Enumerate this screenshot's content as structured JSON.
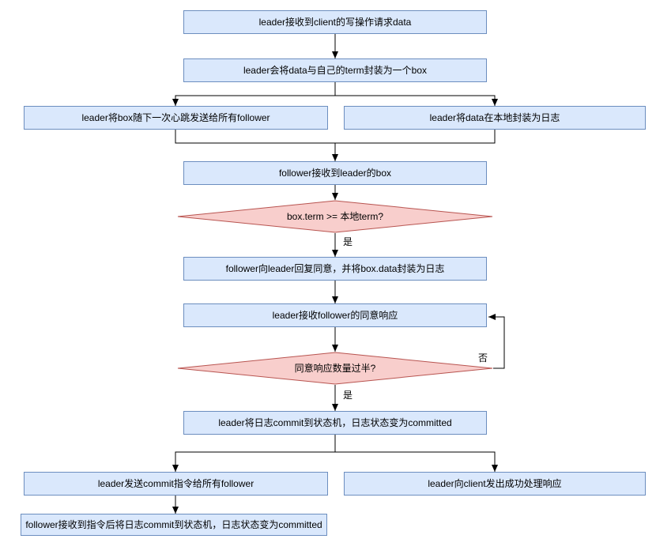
{
  "diagram": {
    "type": "flowchart",
    "colors": {
      "process_fill": "#dae8fc",
      "process_border": "#6c8ebf",
      "decision_fill": "#f8cecc",
      "decision_border": "#b85450",
      "connector": "#000000",
      "background": "#ffffff"
    },
    "nodes": [
      {
        "id": "n0",
        "type": "process",
        "label": "leader接收到client的写操作请求data"
      },
      {
        "id": "n1",
        "type": "process",
        "label": "leader会将data与自己的term封装为一个box"
      },
      {
        "id": "n2",
        "type": "process",
        "label": "leader将box随下一次心跳发送给所有follower"
      },
      {
        "id": "n3",
        "type": "process",
        "label": "leader将data在本地封装为日志"
      },
      {
        "id": "n4",
        "type": "process",
        "label": "follower接收到leader的box"
      },
      {
        "id": "n5",
        "type": "decision",
        "label": "box.term >= 本地term?"
      },
      {
        "id": "n6",
        "type": "process",
        "label": "follower向leader回复同意，并将box.data封装为日志"
      },
      {
        "id": "n7",
        "type": "process",
        "label": "leader接收follower的同意响应"
      },
      {
        "id": "n8",
        "type": "decision",
        "label": "同意响应数量过半?"
      },
      {
        "id": "n9",
        "type": "process",
        "label": "leader将日志commit到状态机，日志状态变为committed"
      },
      {
        "id": "n10",
        "type": "process",
        "label": "leader发送commit指令给所有follower"
      },
      {
        "id": "n11",
        "type": "process",
        "label": "leader向client发出成功处理响应"
      },
      {
        "id": "n12",
        "type": "process",
        "label": "follower接收到指令后将日志commit到状态机，日志状态变为committed"
      }
    ],
    "edge_labels": {
      "yes1": "是",
      "yes2": "是",
      "no": "否"
    }
  }
}
